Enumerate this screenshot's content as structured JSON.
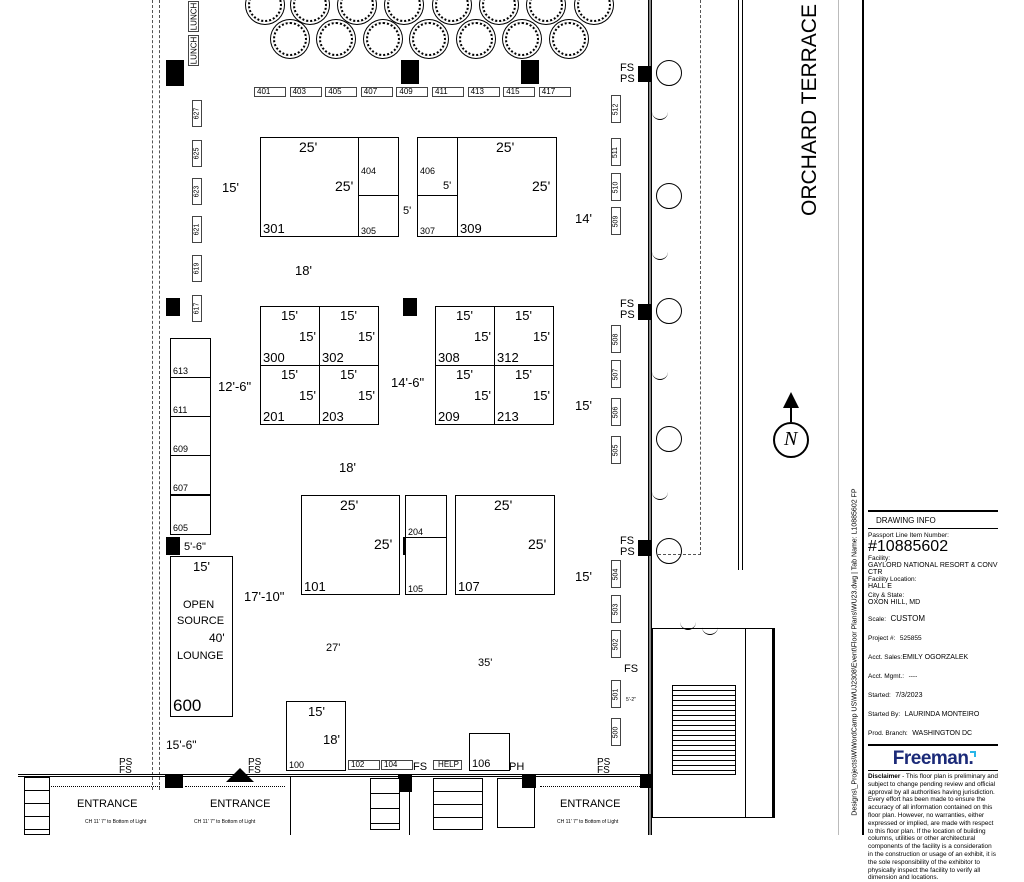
{
  "street_label": "ORCHARD TERRACE",
  "lunch_labels": [
    "LUNCH",
    "LUNCH"
  ],
  "row_400": [
    "401",
    "403",
    "405",
    "407",
    "409",
    "411",
    "413",
    "415",
    "417"
  ],
  "col_600_top": [
    "627",
    "625",
    "623",
    "621",
    "619",
    "617"
  ],
  "col_600_booths": [
    "613",
    "611",
    "609",
    "607",
    "605"
  ],
  "col_500": [
    "512",
    "511",
    "510",
    "509",
    "508",
    "507",
    "506",
    "505",
    "504",
    "503",
    "502",
    "501",
    "500"
  ],
  "booths": {
    "b301": {
      "id": "301",
      "w": "25'",
      "d": "25'"
    },
    "b404": {
      "id": "404"
    },
    "b305": {
      "id": "305"
    },
    "b406": {
      "id": "406"
    },
    "b307": {
      "id": "307"
    },
    "b309": {
      "id": "309",
      "w": "25'",
      "d": "25'"
    },
    "b300": {
      "id": "300",
      "w": "15'",
      "d": "15'"
    },
    "b302": {
      "id": "302",
      "w": "15'",
      "d": "15'"
    },
    "b201": {
      "id": "201",
      "w": "15'",
      "d": "15'"
    },
    "b203": {
      "id": "203",
      "w": "15'",
      "d": "15'"
    },
    "b308": {
      "id": "308",
      "w": "15'",
      "d": "15'"
    },
    "b312": {
      "id": "312",
      "w": "15'",
      "d": "15'"
    },
    "b209": {
      "id": "209",
      "w": "15'",
      "d": "15'"
    },
    "b213": {
      "id": "213",
      "w": "15'",
      "d": "15'"
    },
    "b101": {
      "id": "101",
      "w": "25'",
      "d": "25'"
    },
    "b204": {
      "id": "204"
    },
    "b105": {
      "id": "105"
    },
    "b107": {
      "id": "107",
      "w": "25'",
      "d": "25'"
    },
    "b600": {
      "id": "600",
      "w": "15'",
      "d": "40'",
      "name": [
        "OPEN",
        "SOURCE",
        "LOUNGE"
      ]
    },
    "b100": {
      "id": "100",
      "w": "15'",
      "d": "18'"
    },
    "b102": {
      "id": "102"
    },
    "b104": {
      "id": "104"
    },
    "help": {
      "id": "HELP"
    },
    "b106": {
      "id": "106"
    }
  },
  "dimensions": {
    "d1": "15'",
    "d2": "18'",
    "d3": "5'",
    "d4": "5'",
    "d5": "14'",
    "d6": "12'-6\"",
    "d7": "14'-6\"",
    "d8": "15'",
    "d9": "18'",
    "d10": "5'-6\"",
    "d11": "17'-10\"",
    "d12": "27'",
    "d13": "35'",
    "d14": "15'",
    "d15": "15'-6\"",
    "d16": "5'-2\""
  },
  "markers": {
    "fs": "FS",
    "ps": "PS",
    "ph": "PH"
  },
  "entrances": {
    "label": "ENTRANCE",
    "clearance": "CH 11' 7\" to Bottom of Light"
  },
  "north_label": "N",
  "file_path": "Designs\\_Projects\\W\\WordCamp US\\WUJ2308\\Event\\Floor Plans\\WU23.dwg | Tab Name: L10885602 FP",
  "drawing_info": {
    "title": "DRAWING INFO",
    "passport_label": "Passport Line Item Number:",
    "passport_value": "#10885602",
    "facility_label": "Facility:",
    "facility_value": "GAYLORD NATIONAL RESORT & CONV CTR",
    "location_label": "Facility Location:",
    "location_value": "HALL E",
    "city_label": "City & State:",
    "city_value": "OXON HILL, MD",
    "scale_label": "Scale:",
    "scale_value": "CUSTOM",
    "project_label": "Project #:",
    "project_value": "525855",
    "sales_label": "Acct. Sales:",
    "sales_value": "EMILY OGORZALEK",
    "mgmt_label": "Acct. Mgmt.:",
    "mgmt_value": "----",
    "started_label": "Started:",
    "started_value": "7/3/2023",
    "startedby_label": "Started By:",
    "startedby_value": "LAURINDA MONTEIRO",
    "branch_label": "Prod. Branch:",
    "branch_value": "WASHINGTON DC",
    "logo": "Freeman.",
    "disclaimer_label": "Disclaimer",
    "disclaimer_text": " - This floor plan is preliminary and subject to change pending review and official approval by all authorities having jurisdiction. Every effort has been made to ensure the accuracy of all information contained on this floor plan. However, no warranties, either expressed or implied, are made with respect to this floor plan. If the location of building columns, utilities or other architectural components of the facility is a consideration in the construction or usage of an exhibit, it is the sole responsibility of the exhibitor to physically inspect the facility to verify all dimension and locations."
  },
  "colors": {
    "brand": "#1b2a78",
    "brand_accent": "#29b6e8",
    "line": "#000000"
  }
}
